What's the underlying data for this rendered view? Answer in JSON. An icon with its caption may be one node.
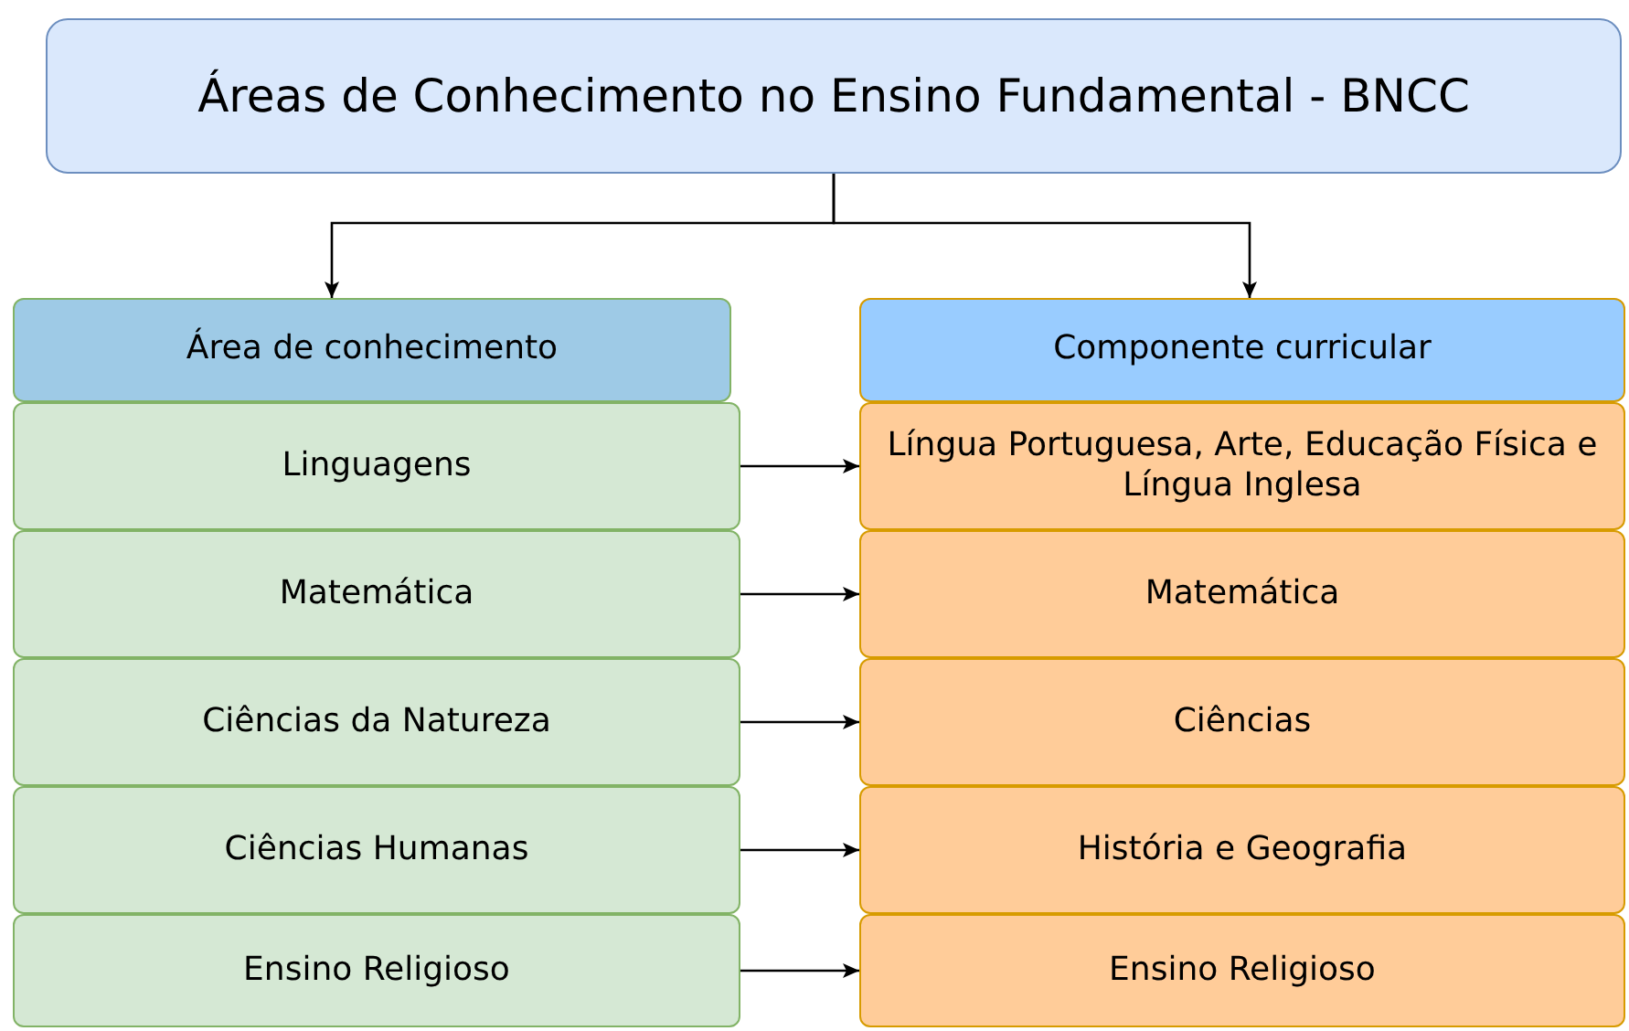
{
  "diagram": {
    "nodes": [
      {
        "text": [
          "Áreas de Conhecimento no Ensino Fundamental - BNCC"
        ]
      },
      {
        "text": [
          "Área de conhecimento"
        ]
      },
      {
        "text": [
          "Linguagens"
        ]
      },
      {
        "text": [
          "Matemática"
        ]
      },
      {
        "text": [
          "Ciências da Natureza"
        ]
      },
      {
        "text": [
          "Ciências Humanas"
        ]
      },
      {
        "text": [
          "Ensino Religioso"
        ]
      },
      {
        "text": [
          "Componente curricular"
        ]
      },
      {
        "text": [
          "Língua Portuguesa, Arte, Educação Física e Língua Inglesa"
        ]
      },
      {
        "text": [
          "Matemática"
        ]
      },
      {
        "text": [
          "Ciências"
        ]
      },
      {
        "text": [
          "História e Geografia"
        ]
      },
      {
        "text": [
          "Ensino Religioso"
        ]
      }
    ],
    "edges": [
      {
        "from": 0,
        "to": 1,
        "arrow": "to"
      },
      {
        "from": 0,
        "to": 7,
        "arrow": "to"
      },
      {
        "from": 2,
        "to": 8,
        "arrow": "to"
      },
      {
        "from": 3,
        "to": 9,
        "arrow": "to"
      },
      {
        "from": 4,
        "to": 10,
        "arrow": "to"
      },
      {
        "from": 5,
        "to": 11,
        "arrow": "to"
      },
      {
        "from": 6,
        "to": 12,
        "arrow": "to"
      }
    ]
  }
}
